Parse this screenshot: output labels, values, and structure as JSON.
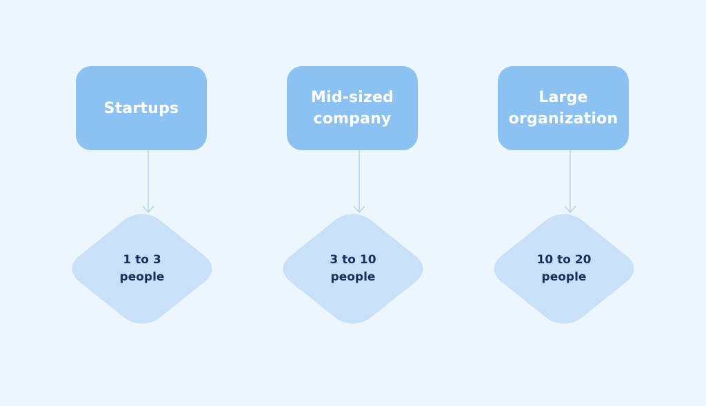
{
  "colors": {
    "background": "#eef6fd",
    "box_fill": "#8cc2f1",
    "box_text": "#ffffff",
    "diamond_fill": "#c8e1f8",
    "diamond_text": "#1a2f5c",
    "connector": "#b3d5f4"
  },
  "columns": [
    {
      "category": "Startups",
      "team_size": "1 to 3\npeople"
    },
    {
      "category": "Mid-sized\ncompany",
      "team_size": "3 to 10\npeople"
    },
    {
      "category": "Large\norganization",
      "team_size": "10 to 20\npeople"
    }
  ]
}
